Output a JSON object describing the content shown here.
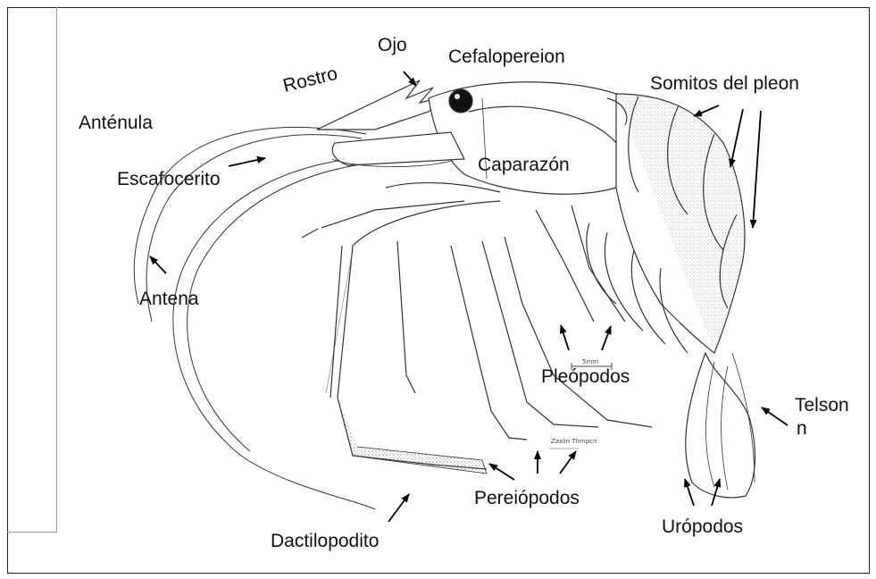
{
  "labels": {
    "ojo": "Ojo",
    "rostro": "Rostro",
    "cefalopereion": "Cefalopereion",
    "somitos": "Somitos del pleon",
    "antenula": "Anténula",
    "escafocerito": "Escafocerito",
    "caparazon": "Caparazón",
    "antena": "Antena",
    "pleopodos": "Pleópodos",
    "telson_a": "Telson",
    "telson_b": "n",
    "pereiopodos": "Pereiópodos",
    "dactilopodito": "Dactilopodito",
    "uropodos": "Urópodos"
  },
  "scale": {
    "bar_text": "5mm",
    "signature": "Zaslin Thmpcn"
  }
}
